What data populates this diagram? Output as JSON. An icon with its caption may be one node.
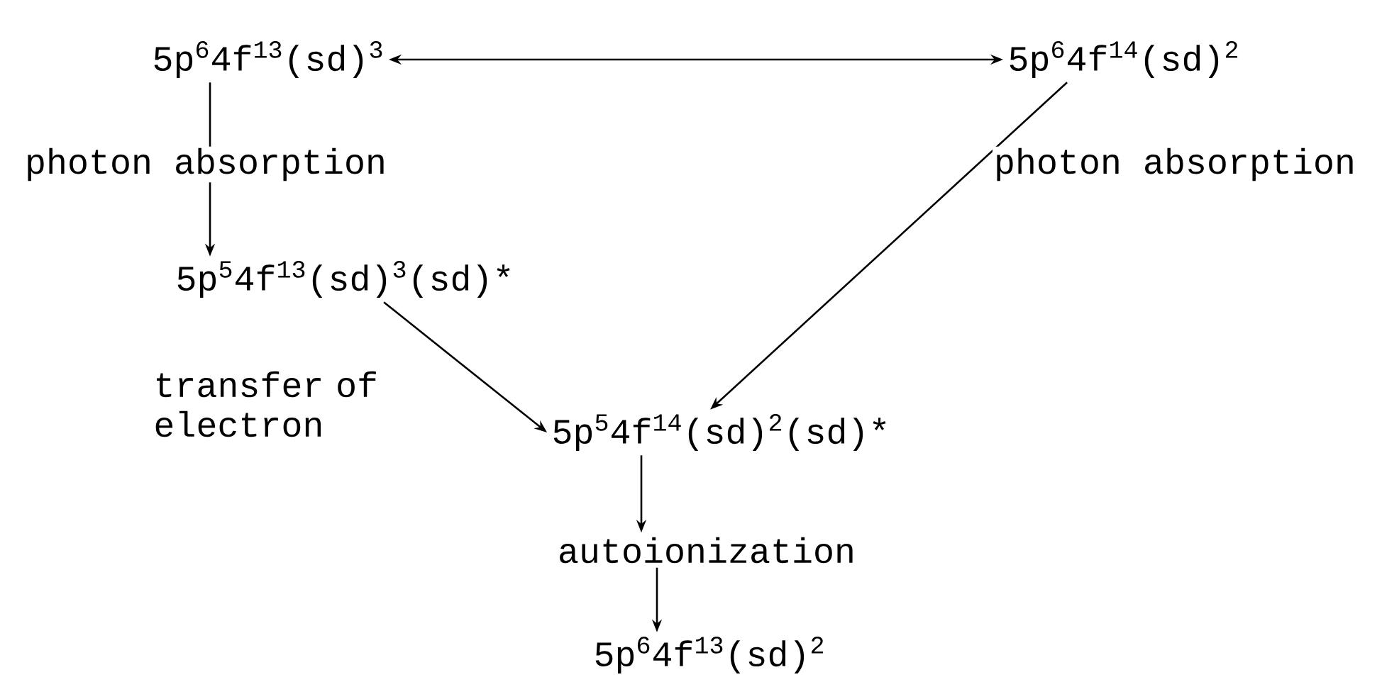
{
  "diagram": {
    "nodes": [
      {
        "text": [
          "5p$^{6}$4f$^{13}$(sd)$^{3}$"
        ]
      },
      {
        "text": [
          "5p$^{6}$4f$^{14}$(sd)$^{2}$"
        ]
      },
      {
        "text": [
          "5p$^{5}$4f$^{13}$(sd)$^{3}$(sd)*"
        ]
      },
      {
        "text": [
          "5p$^{5}$4f$^{14}$(sd)$^{2}$(sd)*"
        ]
      },
      {
        "text": [
          "autoionization"
        ]
      },
      {
        "text": [
          "5p$^{6}$4f$^{13}$(sd)$^{2}$"
        ]
      }
    ],
    "edges": [
      {
        "from": 0,
        "to": 1,
        "arrow": "both"
      },
      {
        "from": 0,
        "to": 2,
        "arrow": "to",
        "label": "photon absorption"
      },
      {
        "from": 1,
        "to": 3,
        "arrow": "to",
        "label": "photon absorption"
      },
      {
        "from": 2,
        "to": 3,
        "arrow": "to",
        "label": "transfer of electron"
      },
      {
        "from": 3,
        "to": 4,
        "arrow": "to"
      },
      {
        "from": 4,
        "to": 5,
        "arrow": "to"
      }
    ]
  }
}
